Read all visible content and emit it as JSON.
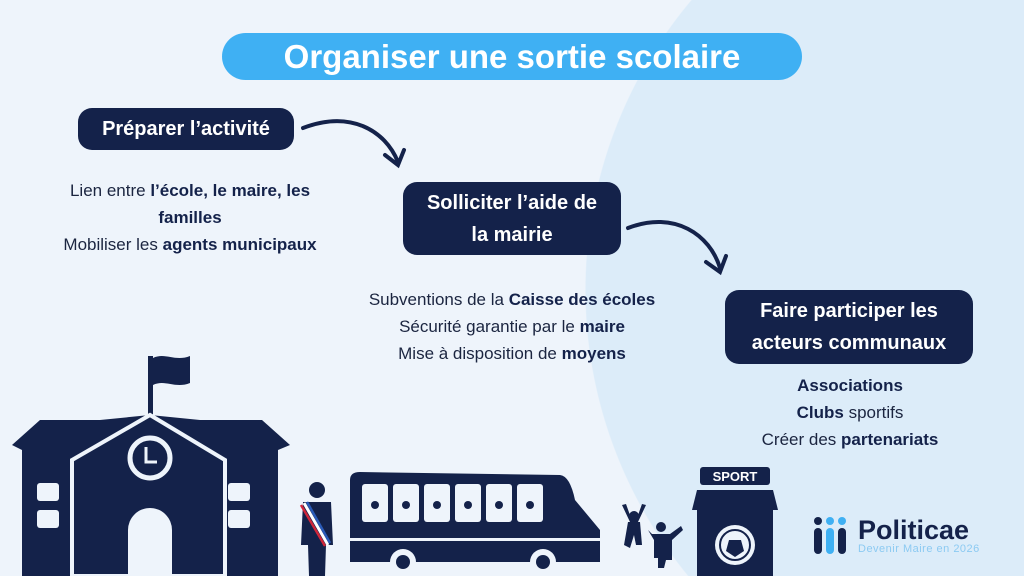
{
  "title": "Organiser une sortie scolaire",
  "steps": [
    {
      "label": "Préparer l’activité",
      "lines": [
        [
          "Lien entre ",
          "l’école, le maire, les"
        ],
        [
          "",
          "familles"
        ],
        [
          "Mobiliser les ",
          "agents municipaux"
        ]
      ]
    },
    {
      "label_l1": "Solliciter l’aide de",
      "label_l2": "la mairie",
      "lines": [
        [
          "Subventions de la ",
          "Caisse des écoles"
        ],
        [
          "Sécurité garantie par le ",
          "maire"
        ],
        [
          "Mise à disposition de ",
          "moyens"
        ]
      ]
    },
    {
      "label_l1": "Faire participer les",
      "label_l2": "acteurs communaux",
      "lines": [
        [
          "",
          "Associations"
        ],
        [
          "Clubs",
          " sportifs"
        ],
        [
          "Créer des ",
          "partenariats"
        ]
      ]
    }
  ],
  "sport_sign": "SPORT",
  "brand": {
    "name": "Politicae",
    "tagline": "Devenir Maire en 2026"
  },
  "colors": {
    "navy": "#14224a",
    "accent": "#3fb0f3",
    "background": "#eef4fb"
  }
}
